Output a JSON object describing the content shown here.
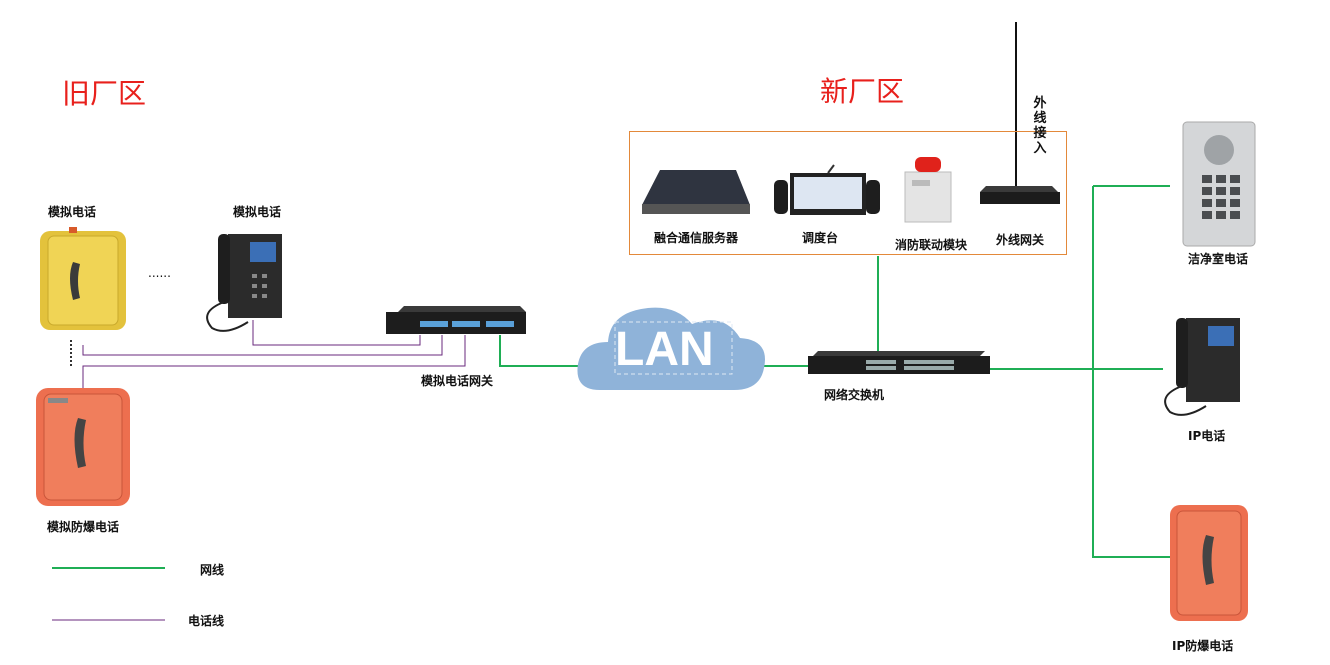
{
  "zones": {
    "old": "旧厂区",
    "new": "新厂区"
  },
  "devices": {
    "analog_phone_1": "模拟电话",
    "analog_phone_2": "模拟电话",
    "ellipsis": "......",
    "analog_ex_phone": "模拟防爆电话",
    "analog_gateway": "模拟电话网关",
    "lan": "LAN",
    "switch": "网络交换机",
    "server": "融合通信服务器",
    "console": "调度台",
    "fire_module": "消防联动模块",
    "trunk_gateway": "外线网关",
    "trunk_access": "外线接入",
    "cleanroom_phone": "洁净室电话",
    "ip_phone": "IP电话",
    "ip_ex_phone": "IP防爆电话"
  },
  "legend": {
    "network": "网线",
    "phone": "电话线"
  },
  "colors": {
    "network_line": "#1fae55",
    "phone_line": "#6a2a7e",
    "zone_title": "#e8201c",
    "box_border": "#e3893a",
    "cloud": "#8fb3d9"
  }
}
